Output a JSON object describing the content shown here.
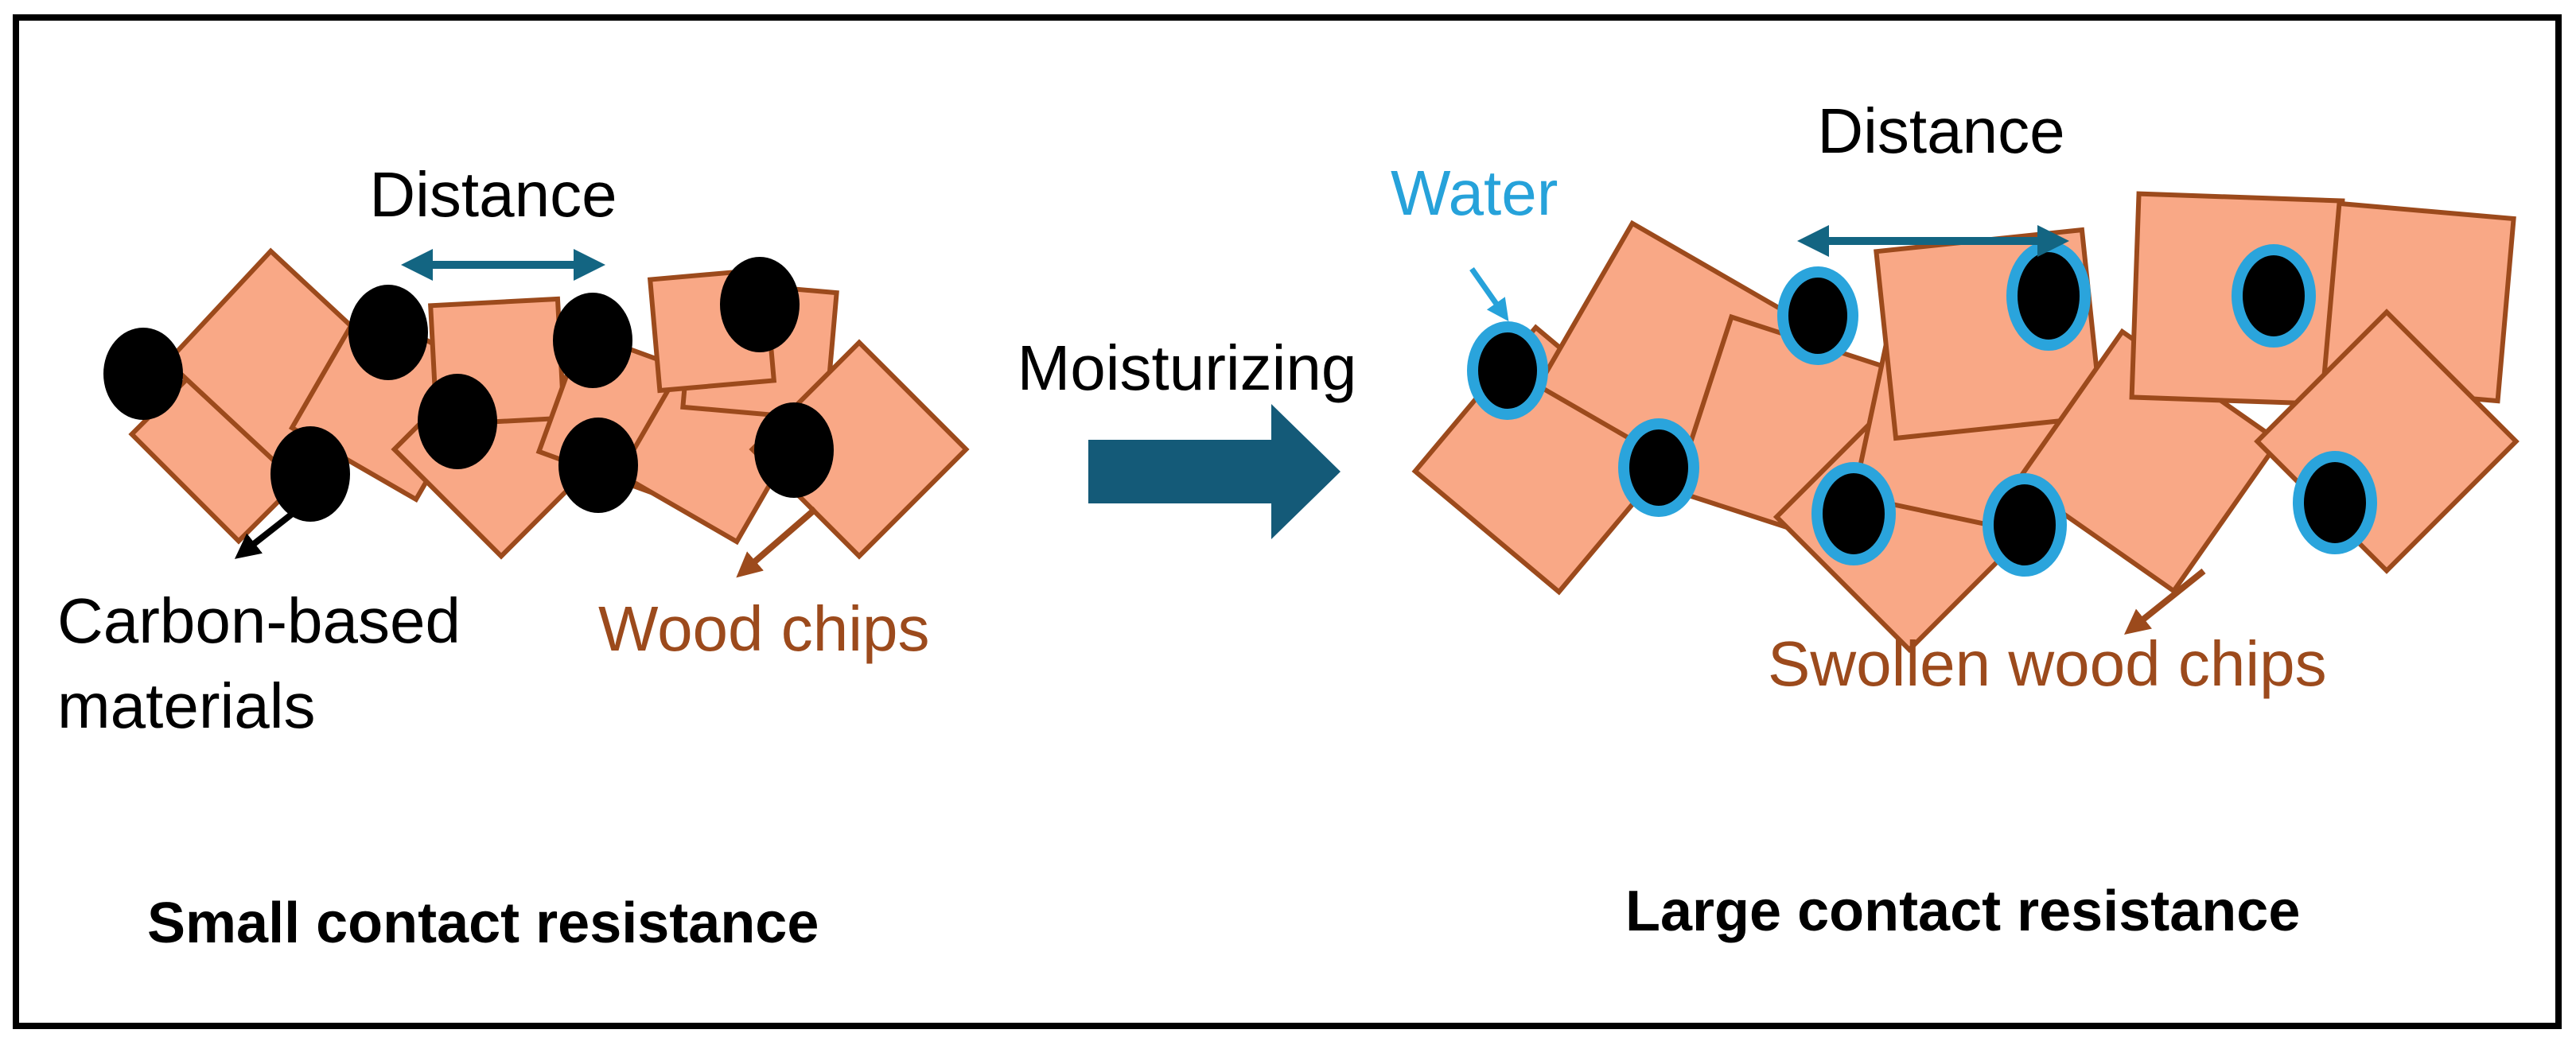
{
  "labels": {
    "distance_left": "Distance",
    "distance_right": "Distance",
    "water": "Water",
    "carbon_line1": "Carbon-based",
    "carbon_line2": "materials",
    "wood_chips": "Wood chips",
    "swollen_wood_chips": "Swollen wood chips",
    "moisturizing": "Moisturizing",
    "small_contact": "Small contact resistance",
    "large_contact": "Large contact resistance"
  },
  "colors": {
    "chip_fill": "#f9a886",
    "chip_stroke": "#9c4a1c",
    "carbon": "#000000",
    "water_ring": "#2aa4dc",
    "water_text": "#26a2da",
    "distance_arrow": "#136582",
    "process_arrow": "#145a78",
    "brown_text": "#9c4a1c",
    "frame": "#000000"
  }
}
